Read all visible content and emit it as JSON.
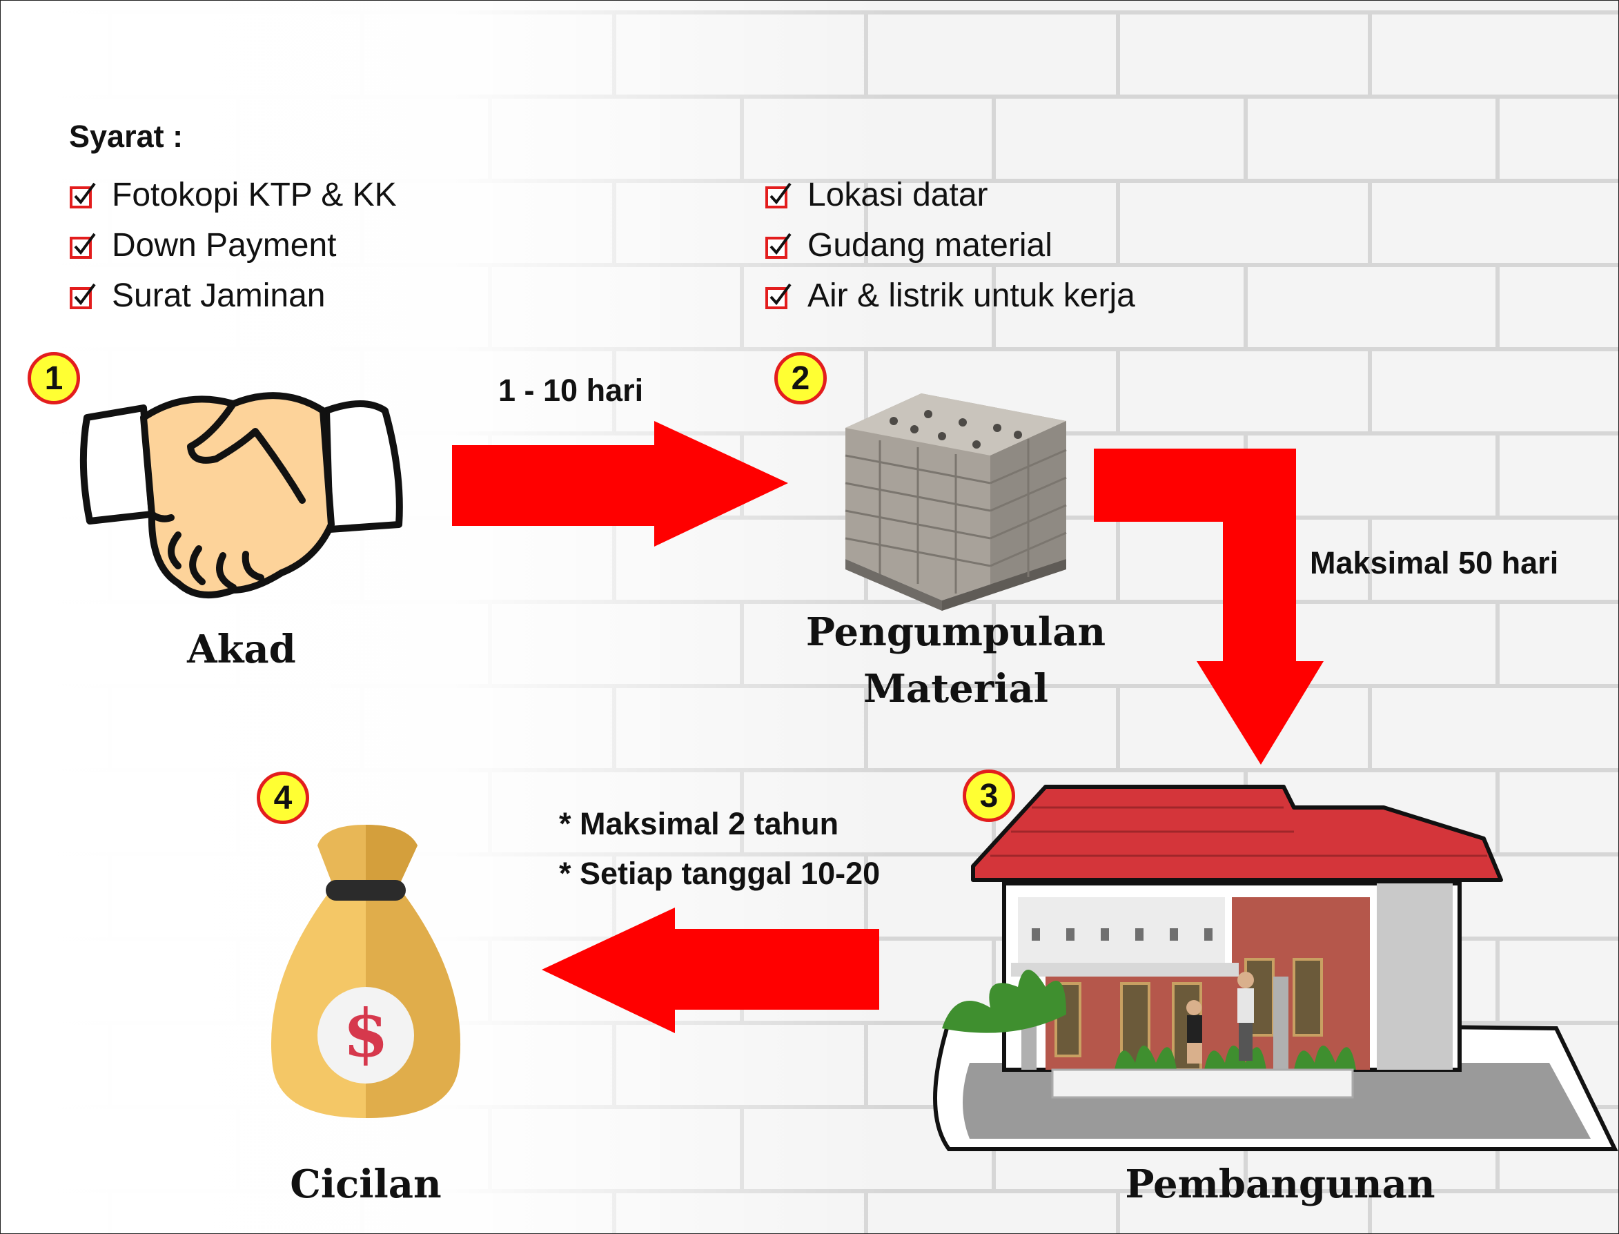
{
  "requirements": {
    "title": "Syarat :",
    "left": [
      "Fotokopi KTP & KK",
      "Down Payment",
      "Surat Jaminan"
    ],
    "right": [
      "Lokasi datar",
      "Gudang material",
      "Air & listrik untuk kerja"
    ]
  },
  "stages": [
    {
      "number": "1",
      "label": "Akad"
    },
    {
      "number": "2",
      "label_line1": "Pengumpulan",
      "label_line2": "Material"
    },
    {
      "number": "3",
      "label": "Pembangunan"
    },
    {
      "number": "4",
      "label": "Cicilan"
    }
  ],
  "durations": {
    "akad_to_material": "1 - 10 hari",
    "material_to_build": "Maksimal 50 hari",
    "installment_note_1": "* Maksimal 2 tahun",
    "installment_note_2": "* Setiap tanggal 10-20"
  },
  "colors": {
    "arrow": "#ff0000",
    "badge_fill": "#ffff33",
    "badge_border": "#e31d1d",
    "checkbox": "#e31d1d",
    "brick_line": "#d9d9d9"
  },
  "icons": {
    "stage_1": "handshake-icon",
    "stage_2": "brick-pallet-icon",
    "stage_3": "house-icon",
    "stage_4": "money-bag-icon",
    "checkbox": "checkbox-checked-icon"
  }
}
